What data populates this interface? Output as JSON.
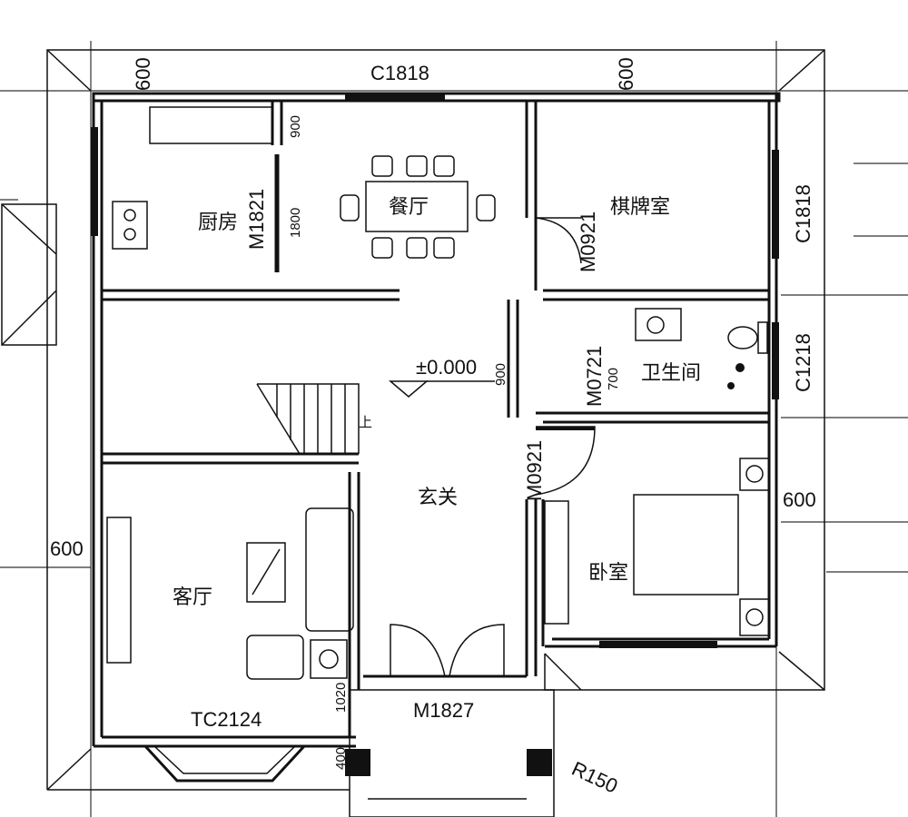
{
  "rooms": {
    "kitchen": "厨房",
    "dining": "餐厅",
    "chess_room": "棋牌室",
    "bathroom": "卫生间",
    "foyer": "玄关",
    "bedroom": "卧室",
    "living_room": "客厅"
  },
  "windows": {
    "top": "C1818",
    "right_top": "C1818",
    "right_bath": "C1218",
    "bay": "TC2124"
  },
  "doors": {
    "kitchen": "M1821",
    "chess": "M0921",
    "bath": "M0721",
    "bedroom": "M0921",
    "entry": "M1827"
  },
  "dimensions": {
    "top_left": "600",
    "top_right": "600",
    "left": "600",
    "right": "600",
    "d900": "900",
    "d1800": "1800",
    "d700": "700",
    "d900b": "900",
    "d1020": "1020",
    "d400": "400",
    "r150": "R150"
  },
  "level": "±0.000",
  "stair_up": "上"
}
